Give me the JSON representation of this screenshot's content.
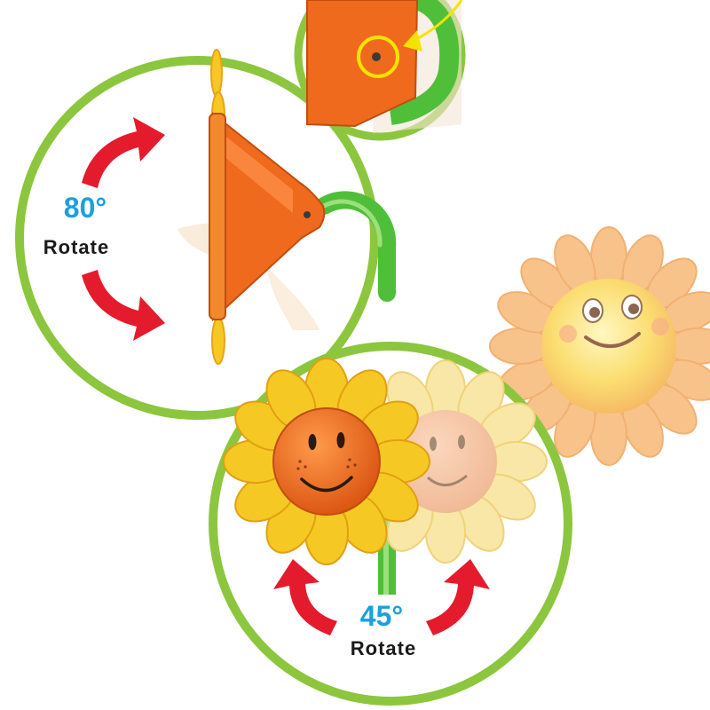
{
  "top_panel": {
    "angle_label": "80°",
    "action_label": "Rotate"
  },
  "bottom_panel": {
    "angle_label": "45°",
    "action_label": "Rotate"
  },
  "colors": {
    "ring_green": "#8cc63e",
    "stem_green": "#4fbf3a",
    "arrow_red": "#e41b2d",
    "angle_blue": "#1aa0e0",
    "head_orange": "#ef6a1d",
    "petal_yellow": "#f6c823",
    "highlight_yellow": "#f4e300",
    "sun_peach": "#f7b36a"
  },
  "icons": [
    "rotation-arrow-icon",
    "sunflower-head",
    "screw-detail",
    "smiling-sun"
  ]
}
